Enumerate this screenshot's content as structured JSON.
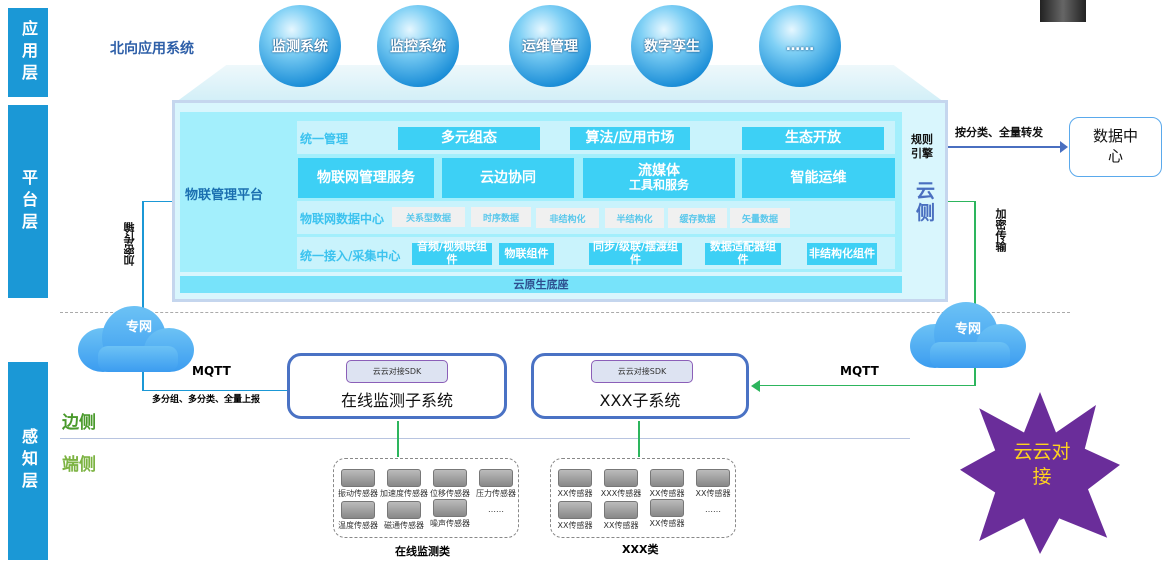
{
  "layers": {
    "app": "应用层",
    "platform": "平台层",
    "perception": "感知层"
  },
  "northbound_label": "北向应用系统",
  "apps": [
    "监测系统",
    "监控系统",
    "运维管理",
    "数字孪生",
    "……"
  ],
  "platform": {
    "title": "物联管理平台",
    "unified_mgmt": {
      "label": "统一管理",
      "items": [
        "多元组态",
        "算法/应用市场",
        "生态开放"
      ]
    },
    "services": [
      "物联网管理服务",
      "云边协同",
      "流媒体",
      "工具和服务",
      "智能运维"
    ],
    "data_center": {
      "label": "物联网数据中心",
      "items": [
        "关系型数据",
        "时序数据",
        "非结构化",
        "半结构化",
        "缓存数据",
        "矢量数据"
      ]
    },
    "access": {
      "label": "统一接入/采集中心",
      "items": [
        "音频/视频联组件",
        "物联组件",
        "同步/级联/摆渡组件",
        "数据适配器组件",
        "非结构化组件"
      ]
    },
    "base": "云原生底座",
    "rule_engine": "规则引擎",
    "cloud_side": "云侧"
  },
  "forward_label": "按分类、全量转发",
  "data_center_box": "数据中心",
  "encrypted": "加密传输",
  "private_net": "专网",
  "mqtt": "MQTT",
  "report_label": "多分组、多分类、全量上报",
  "edge_side": "边侧",
  "end_side": "端侧",
  "subsystems": [
    {
      "sdk": "云云对接SDK",
      "title": "在线监测子系统",
      "group": "在线监测类",
      "sensors": [
        "振动传感器",
        "加速度传感器",
        "位移传感器",
        "压力传感器",
        "温度传感器",
        "磁通传感器",
        "噪声传感器"
      ],
      "more": "……"
    },
    {
      "sdk": "云云对接SDK",
      "title": "XXX子系统",
      "group": "XXX类",
      "sensors": [
        "XX传感器",
        "XXX传感器",
        "XX传感器",
        "XX传感器",
        "XX传感器",
        "XX传感器",
        "XX传感器"
      ],
      "more": "……"
    }
  ],
  "star_label": "云云对接",
  "colors": {
    "layer": "#1b98d6",
    "cyan": "#3dd0f5",
    "green": "#2db55d",
    "purple": "#6a2d9a"
  }
}
